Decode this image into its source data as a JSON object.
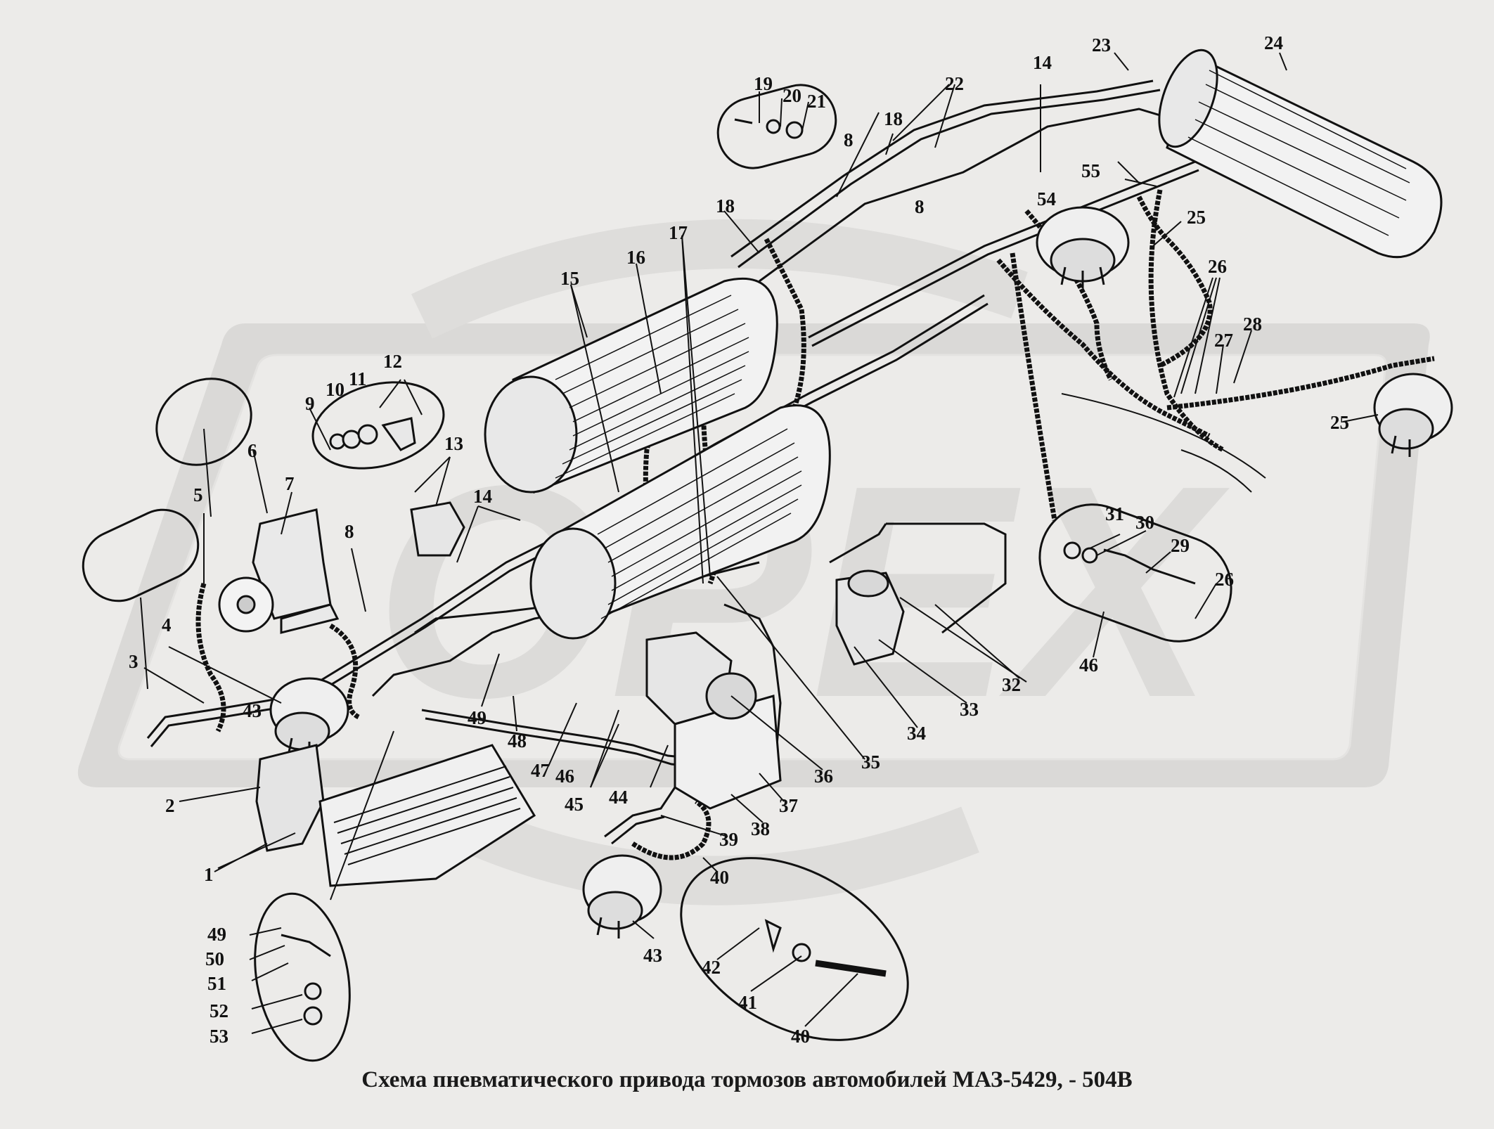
{
  "caption": "Схема пневматического привода тормозов автомобилей МАЗ-5429, - 504В",
  "watermark": "ОРЕХ",
  "colors": {
    "background": "#ecebe9",
    "line": "#111111",
    "watermark": "#d9d8d6"
  },
  "callouts": [
    {
      "id": "1"
    },
    {
      "id": "2"
    },
    {
      "id": "3"
    },
    {
      "id": "4"
    },
    {
      "id": "5"
    },
    {
      "id": "6"
    },
    {
      "id": "7"
    },
    {
      "id": "8"
    },
    {
      "id": "9"
    },
    {
      "id": "10"
    },
    {
      "id": "11"
    },
    {
      "id": "12"
    },
    {
      "id": "13"
    },
    {
      "id": "14"
    },
    {
      "id": "15"
    },
    {
      "id": "16"
    },
    {
      "id": "17"
    },
    {
      "id": "18"
    },
    {
      "id": "19"
    },
    {
      "id": "20"
    },
    {
      "id": "21"
    },
    {
      "id": "22"
    },
    {
      "id": "23"
    },
    {
      "id": "24"
    },
    {
      "id": "25"
    },
    {
      "id": "26"
    },
    {
      "id": "27"
    },
    {
      "id": "28"
    },
    {
      "id": "29"
    },
    {
      "id": "30"
    },
    {
      "id": "31"
    },
    {
      "id": "32"
    },
    {
      "id": "33"
    },
    {
      "id": "34"
    },
    {
      "id": "35"
    },
    {
      "id": "36"
    },
    {
      "id": "37"
    },
    {
      "id": "38"
    },
    {
      "id": "39"
    },
    {
      "id": "40"
    },
    {
      "id": "41"
    },
    {
      "id": "42"
    },
    {
      "id": "43"
    },
    {
      "id": "44"
    },
    {
      "id": "45"
    },
    {
      "id": "46"
    },
    {
      "id": "47"
    },
    {
      "id": "48"
    },
    {
      "id": "49"
    },
    {
      "id": "50"
    },
    {
      "id": "51"
    },
    {
      "id": "52"
    },
    {
      "id": "53"
    },
    {
      "id": "54"
    },
    {
      "id": "55"
    }
  ]
}
